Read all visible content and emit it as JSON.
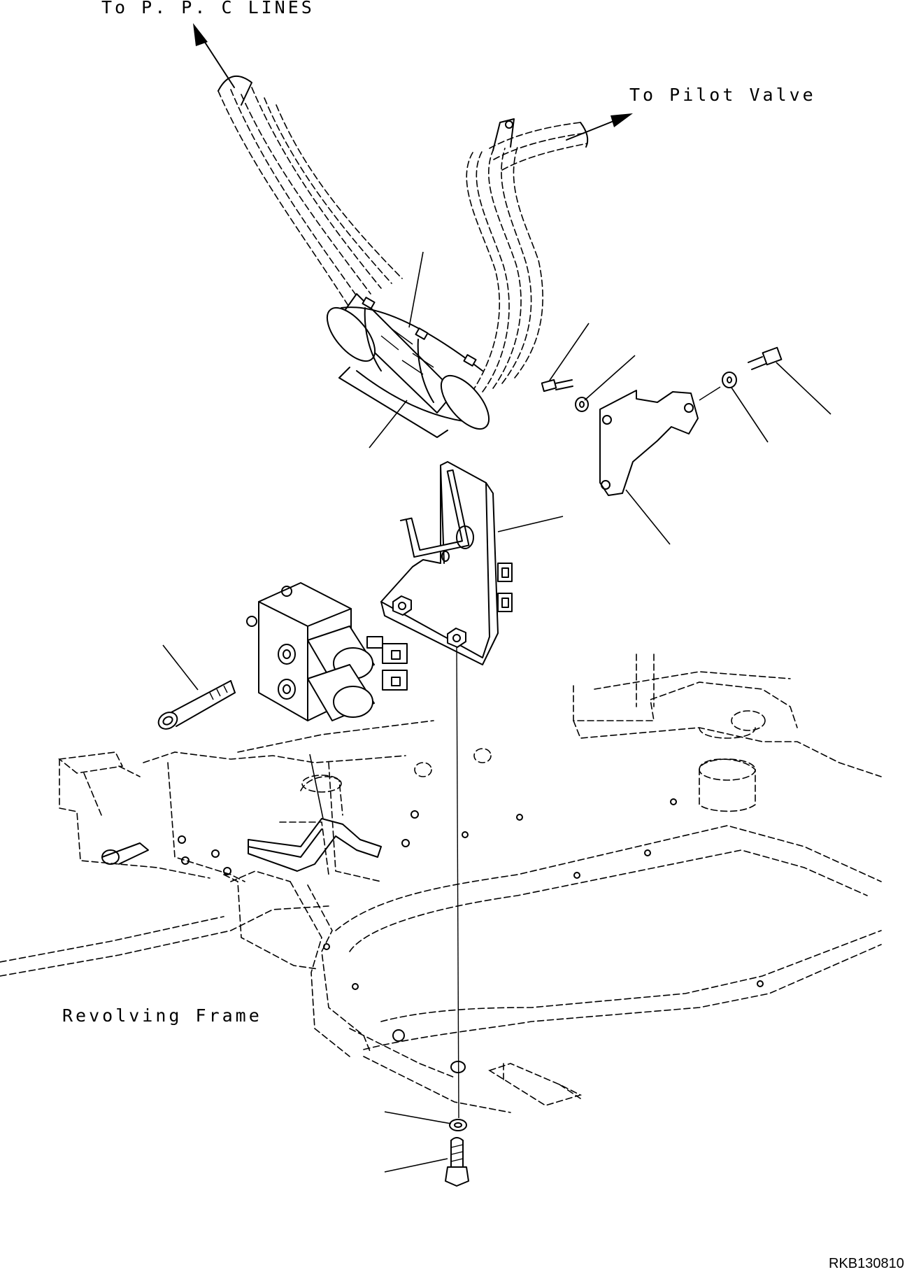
{
  "labels": {
    "to_ppc_lines": "To P. P. C LINES",
    "to_pilot_valve": "To Pilot Valve",
    "revolving_frame": "Revolving Frame",
    "drawing_number": "RKB130810"
  },
  "colors": {
    "line": "#000000",
    "background": "#ffffff"
  }
}
